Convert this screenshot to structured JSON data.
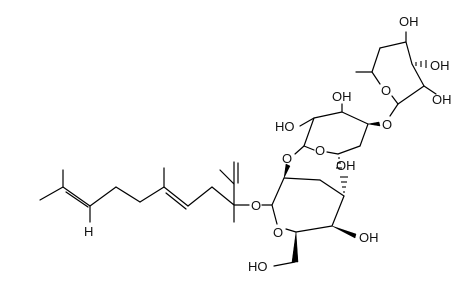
{
  "molecule": {
    "labels": {
      "o_glyc": "O",
      "o_ring1": "O",
      "o_link": "O",
      "o_ring2": "O",
      "o_link2": "O",
      "o_ring3": "O",
      "ho_ring1_c5": "HO",
      "oh_ring1_c4": "OH",
      "oh_ring1_c3": "OH",
      "ho_ring2_c2": "HO",
      "oh_ring2_c3": "OH",
      "oh_ring3_c2": "OH",
      "oh_ring3_c3": "OH",
      "oh_ring3_c4": "OH",
      "h_alkene": "H"
    }
  }
}
